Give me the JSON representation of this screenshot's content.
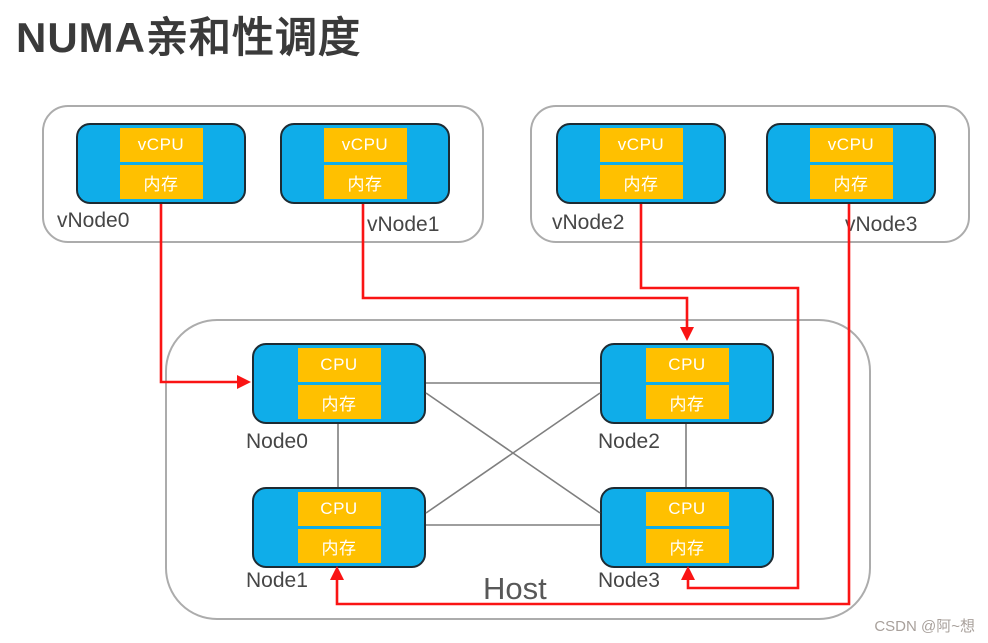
{
  "title": "NUMA亲和性调度",
  "watermark": "CSDN @阿~想",
  "vm_groups": [
    {
      "vnodes": [
        {
          "label": "vNode0",
          "cpu_label": "vCPU",
          "mem_label": "内存"
        },
        {
          "label": "vNode1",
          "cpu_label": "vCPU",
          "mem_label": "内存"
        }
      ]
    },
    {
      "vnodes": [
        {
          "label": "vNode2",
          "cpu_label": "vCPU",
          "mem_label": "内存"
        },
        {
          "label": "vNode3",
          "cpu_label": "vCPU",
          "mem_label": "内存"
        }
      ]
    }
  ],
  "host": {
    "label": "Host",
    "nodes": [
      {
        "label": "Node0",
        "cpu_label": "CPU",
        "mem_label": "内存"
      },
      {
        "label": "Node2",
        "cpu_label": "CPU",
        "mem_label": "内存"
      },
      {
        "label": "Node1",
        "cpu_label": "CPU",
        "mem_label": "内存"
      },
      {
        "label": "Node3",
        "cpu_label": "CPU",
        "mem_label": "内存"
      }
    ]
  },
  "mappings": [
    {
      "from": "vNode0",
      "to": "Node0"
    },
    {
      "from": "vNode1",
      "to": "Node2"
    },
    {
      "from": "vNode2",
      "to": "Node3"
    },
    {
      "from": "vNode3",
      "to": "Node1"
    }
  ],
  "colors": {
    "blue": "#0fade9",
    "blue_border": "#1d2b33",
    "gold": "#ffc000",
    "container_border": "#acacac",
    "mesh": "#7f7f7f",
    "arrow": "#fa1414",
    "label": "#464646",
    "title": "#3a3a3a",
    "host_label": "#585858",
    "watermark": "#a8a09b"
  }
}
